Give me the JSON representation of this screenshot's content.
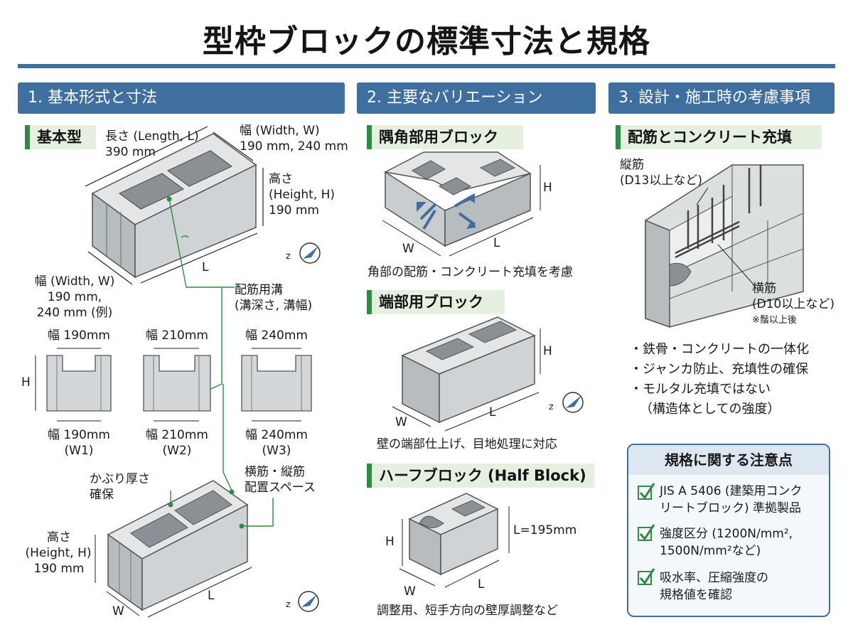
{
  "title": "型枠ブロックの標準寸法と規格",
  "sections": {
    "s1": "1. 基本形式と寸法",
    "s2": "2. 主要なバリエーション",
    "s3": "3. 設計・施工時の考慮事項"
  },
  "basic": {
    "subhead": "基本型",
    "length": "長さ (Length, L)",
    "length_val": "390 mm",
    "width_top": "幅 (Width, W)",
    "width_top_val": "190 mm, 240 mm",
    "height": "高さ",
    "height_en": "(Height, H)",
    "height_val": "190 mm",
    "l": "L",
    "width_left": "幅 (Width, W)",
    "width_left_v1": "190 mm,",
    "width_left_v2": "240 mm (例)",
    "groove": "配筋用溝",
    "groove_sub": "(溝深さ, 溝幅)",
    "h": "H",
    "sections": [
      {
        "top": "幅 190mm",
        "bottom": "幅 190mm",
        "code": "(W1)"
      },
      {
        "top": "幅 210mm",
        "bottom": "幅 210mm",
        "code": "(W2)"
      },
      {
        "top": "幅 240mm",
        "bottom": "幅 240mm",
        "code": "(W3)"
      }
    ],
    "cover": "かぶり厚さ",
    "cover2": "確保",
    "rebar_space": "横筋・縦筋",
    "rebar_space2": "配置スペース",
    "height2": "高さ",
    "height2_en": "(Height, H)",
    "height2_val": "190 mm",
    "l2": "L",
    "w2": "W"
  },
  "variations": {
    "corner": {
      "head": "隅角部用ブロック",
      "h": "H",
      "w": "W",
      "l": "L",
      "caption": "角部の配筋・コンクリート充填を考慮"
    },
    "end": {
      "head": "端部用ブロック",
      "h": "H",
      "w": "W",
      "l": "L",
      "caption": "壁の端部仕上げ、目地処理に対応"
    },
    "half": {
      "head": "ハーフブロック (Half Block)",
      "h": "H",
      "w": "W",
      "l": "L",
      "l_val": "L=195mm",
      "caption": "調整用、短手方向の壁厚調整など"
    }
  },
  "design": {
    "head": "配筋とコンクリート充填",
    "vert": "縦筋",
    "vert_sub": "(D13以上など)",
    "horiz": "横筋",
    "horiz_sub": "(D10以上など)",
    "horiz_note": "※鬚以上後",
    "bullets": [
      "・鉄骨・コンクリートの一体化",
      "・ジャンカ防止、充填性の確保",
      "・モルタル充填ではない",
      "（構造体としての強度）"
    ]
  },
  "notes": {
    "title": "規格に関する注意点",
    "items": [
      {
        "line1": "JIS A 5406 (建築用コンク",
        "line2": "リートブロック) 準拠製品"
      },
      {
        "line1": "強度区分 (1200N/mm², ",
        "line2": "1500N/mm²など)"
      },
      {
        "line1": "吸水率、圧縮強度の",
        "line2": "規格値を確認"
      }
    ]
  },
  "colors": {
    "accent": "#3f6f9f",
    "green": "#2f8a45",
    "block_light": "#d9dcdd",
    "block_mid": "#b7bcbf",
    "block_dark": "#8f9598"
  }
}
